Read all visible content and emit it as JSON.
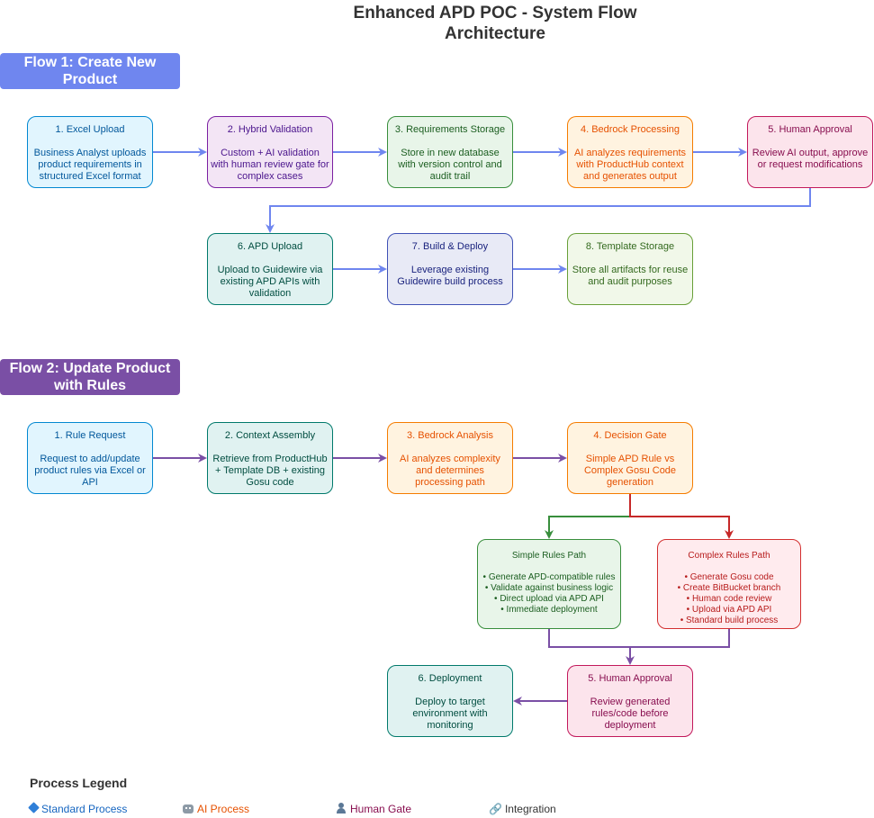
{
  "title": "Enhanced APD POC - System Flow Architecture",
  "flow1": {
    "header": "Flow 1: Create New Product",
    "steps": [
      {
        "title": "1. Excel Upload",
        "desc": "Business Analyst uploads product requirements in structured Excel format"
      },
      {
        "title": "2. Hybrid Validation",
        "desc": "Custom + AI validation with human review gate for complex cases"
      },
      {
        "title": "3. Requirements Storage",
        "desc": "Store in new database with version control and audit trail"
      },
      {
        "title": "4. Bedrock Processing",
        "desc": "AI analyzes requirements with ProductHub context and generates output"
      },
      {
        "title": "5. Human Approval",
        "desc": "Review AI output, approve or request modifications"
      },
      {
        "title": "6. APD Upload",
        "desc": "Upload to Guidewire via existing APD APIs with validation"
      },
      {
        "title": "7. Build & Deploy",
        "desc": "Leverage existing Guidewire build process"
      },
      {
        "title": "8. Template Storage",
        "desc": "Store all artifacts for reuse and audit purposes"
      }
    ]
  },
  "flow2": {
    "header": "Flow 2: Update Product with Rules",
    "steps": [
      {
        "title": "1. Rule Request",
        "desc": "Request to add/update product rules via Excel or API"
      },
      {
        "title": "2. Context Assembly",
        "desc": "Retrieve from ProductHub + Template DB + existing Gosu code"
      },
      {
        "title": "3. Bedrock Analysis",
        "desc": "AI analyzes complexity and determines processing path"
      },
      {
        "title": "4. Decision Gate",
        "desc": "Simple APD Rule vs Complex Gosu Code generation"
      },
      {
        "title": "5. Human Approval",
        "desc": "Review generated rules/code before deployment"
      },
      {
        "title": "6. Deployment",
        "desc": "Deploy to target environment with monitoring"
      }
    ],
    "simple_path": {
      "title": "Simple Rules Path",
      "bullets": "• Generate APD-compatible rules\n• Validate against business logic\n• Direct upload via APD API\n• Immediate deployment"
    },
    "complex_path": {
      "title": "Complex Rules Path",
      "bullets": "• Generate Gosu code\n• Create BitBucket branch\n• Human code review\n• Upload via APD API\n• Standard build process"
    }
  },
  "legend": {
    "title": "Process Legend",
    "items": [
      {
        "icon": "diamond-icon",
        "label": "Standard Process",
        "color": "#1565c0"
      },
      {
        "icon": "robot-icon",
        "label": "AI Process",
        "color": "#e65100"
      },
      {
        "icon": "person-icon",
        "label": "Human Gate",
        "color": "#880e4f"
      },
      {
        "icon": "link-icon",
        "label": "Integration",
        "color": "#333333"
      }
    ]
  },
  "colors": {
    "flow1_arrow": "#6f86ef",
    "flow2_arrow": "#7a4fa5",
    "simple_arrow": "#388e3c",
    "complex_arrow": "#c62828"
  }
}
